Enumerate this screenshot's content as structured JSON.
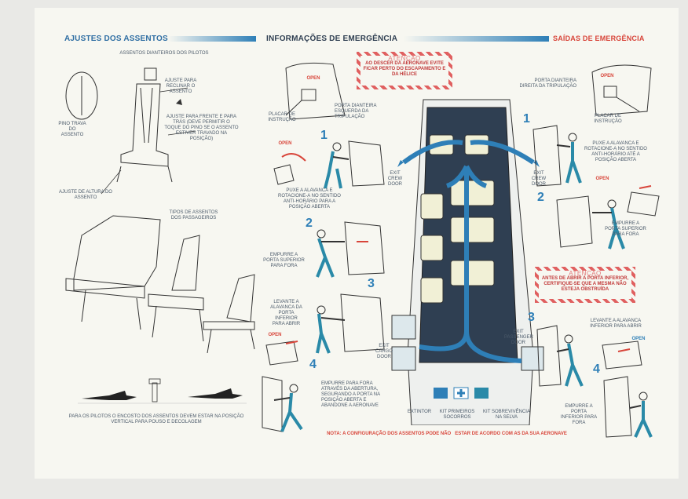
{
  "sections": {
    "seats": "AJUSTES DOS ASSENTOS",
    "emergency": "INFORMAÇÕES DE EMERGÊNCIA",
    "exits": "SAÍDAS DE EMERGÊNCIA"
  },
  "seats": {
    "pilot_seats": "ASSENTOS DIANTEIROS DOS PILOTOS",
    "recline": "AJUSTE PARA RECLINAR O ASSENTO",
    "fwd_aft": "AJUSTE PARA FRENTE E PARA TRÁS (DEVE PERMITIR O TOQUE DO PINO SE O ASSENTO ESTIVER TRAVADO NA POSIÇÃO)",
    "height": "AJUSTE DE ALTURA DO ASSENTO",
    "pin_note": "PINO TRAVA DO ASSENTO",
    "passenger_seats": "TIPOS DE ASSENTOS DOS PASSAGEIROS",
    "landing_note": "PARA OS PILOTOS O ENCOSTO DOS ASSENTOS DEVEM ESTAR NA POSIÇÃO VERTICAL PARA POUSO E DECOLAGEM"
  },
  "warning_top": {
    "title": "ATENÇÃO",
    "text": "AO DESCER DA AERONAVE EVITE FICAR PERTO DO ESCAPAMENTO E DA HÉLICE"
  },
  "warning_right": {
    "title": "ATENÇÃO",
    "text": "ANTES DE ABRIR A PORTA INFERIOR, CERTIFIQUE-SE QUE A MESMA NÃO ESTEJA OBSTRUÍDA"
  },
  "left_door": {
    "open": "OPEN",
    "placard": "PLACAR DE INSTRUÇÃO",
    "door_name": "PORTA DIANTEIRA ESQUERDA DA TRIPULAÇÃO",
    "step1": "PUXE A ALAVANCA E ROTACIONE-A NO SENTIDO ANTI-HORÁRIO PARA A POSIÇÃO ABERTA",
    "step2": "EMPURRE A PORTA SUPERIOR PARA FORA",
    "step3": "LEVANTE A ALAVANCA DA PORTA INFERIOR PARA ABRIR",
    "step4": "EMPURRE PARA FORA ATRAVÉS DA ABERTURA, SEGURANDO A PORTA NA POSIÇÃO ABERTA E ABANDONE A AERONAVE"
  },
  "right_door": {
    "open": "OPEN",
    "door_name": "PORTA DIANTEIRA DIREITA DA TRIPULAÇÃO",
    "placard": "PLACAR DE INSTRUÇÃO",
    "step1": "PUXE A ALAVANCA E ROTACIONE-A NO SENTIDO ANTI-HORÁRIO ATÉ A POSIÇÃO ABERTA",
    "step2": "EMPURRE A PORTA SUPERIOR PARA FORA",
    "step3": "LEVANTE A ALAVANCA INFERIOR PARA ABRIR",
    "step4": "EMPURRE A PORTA INFERIOR PARA FORA"
  },
  "cabin": {
    "exit_crew_left": "EXIT CREW DOOR",
    "exit_crew_right": "EXIT CREW DOOR",
    "exit_cargo": "EXIT CARGO DOOR",
    "exit_passenger": "EXIT PASSENGER DOOR"
  },
  "equipment": {
    "extinguisher": "EXTINTOR",
    "first_aid": "KIT PRIMEIROS SOCORROS",
    "survival": "KIT SOBREVIVÊNCIA NA SELVA"
  },
  "steps": [
    "1",
    "2",
    "3",
    "4"
  ],
  "footer_note": "NOTA: A CONFIGURAÇÃO DOS ASSENTOS PODE NÃO   ESTAR DE ACORDO COM AS DA SUA AERONAVE",
  "colors": {
    "blue": "#2e7fb7",
    "red": "#d8453a",
    "navy": "#2f3f52",
    "teal": "#2a8aa8"
  }
}
